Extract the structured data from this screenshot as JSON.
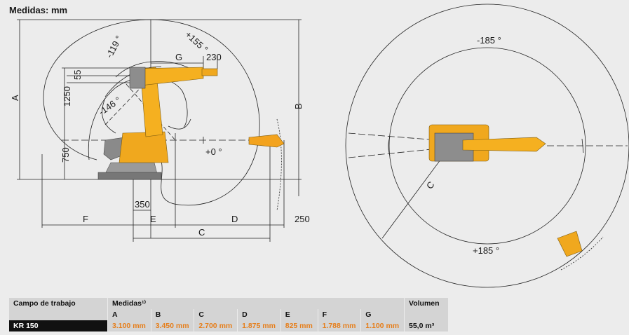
{
  "title": "Medidas: mm",
  "side_view": {
    "angles": [
      "-119 °",
      "+155 °",
      "-146 °",
      "+0 °"
    ],
    "dims": [
      "G",
      "230",
      "55",
      "A",
      "1250",
      "B",
      "750",
      "350",
      "E",
      "F",
      "D",
      "250",
      "C"
    ]
  },
  "top_view": {
    "angles": [
      "-185 °",
      "+185 °"
    ],
    "dim": "C"
  },
  "table": {
    "col_workspace": "Campo de trabajo",
    "col_measures": "Medidas¹⁾",
    "col_volume": "Volumen",
    "subheads": [
      "A",
      "B",
      "C",
      "D",
      "E",
      "F",
      "G"
    ],
    "row": {
      "name": "KR 150",
      "values": [
        "3.100 mm",
        "3.450 mm",
        "2.700 mm",
        "1.875 mm",
        "825 mm",
        "1.788 mm",
        "1.100 mm"
      ],
      "volume": "55,0 m³"
    }
  }
}
